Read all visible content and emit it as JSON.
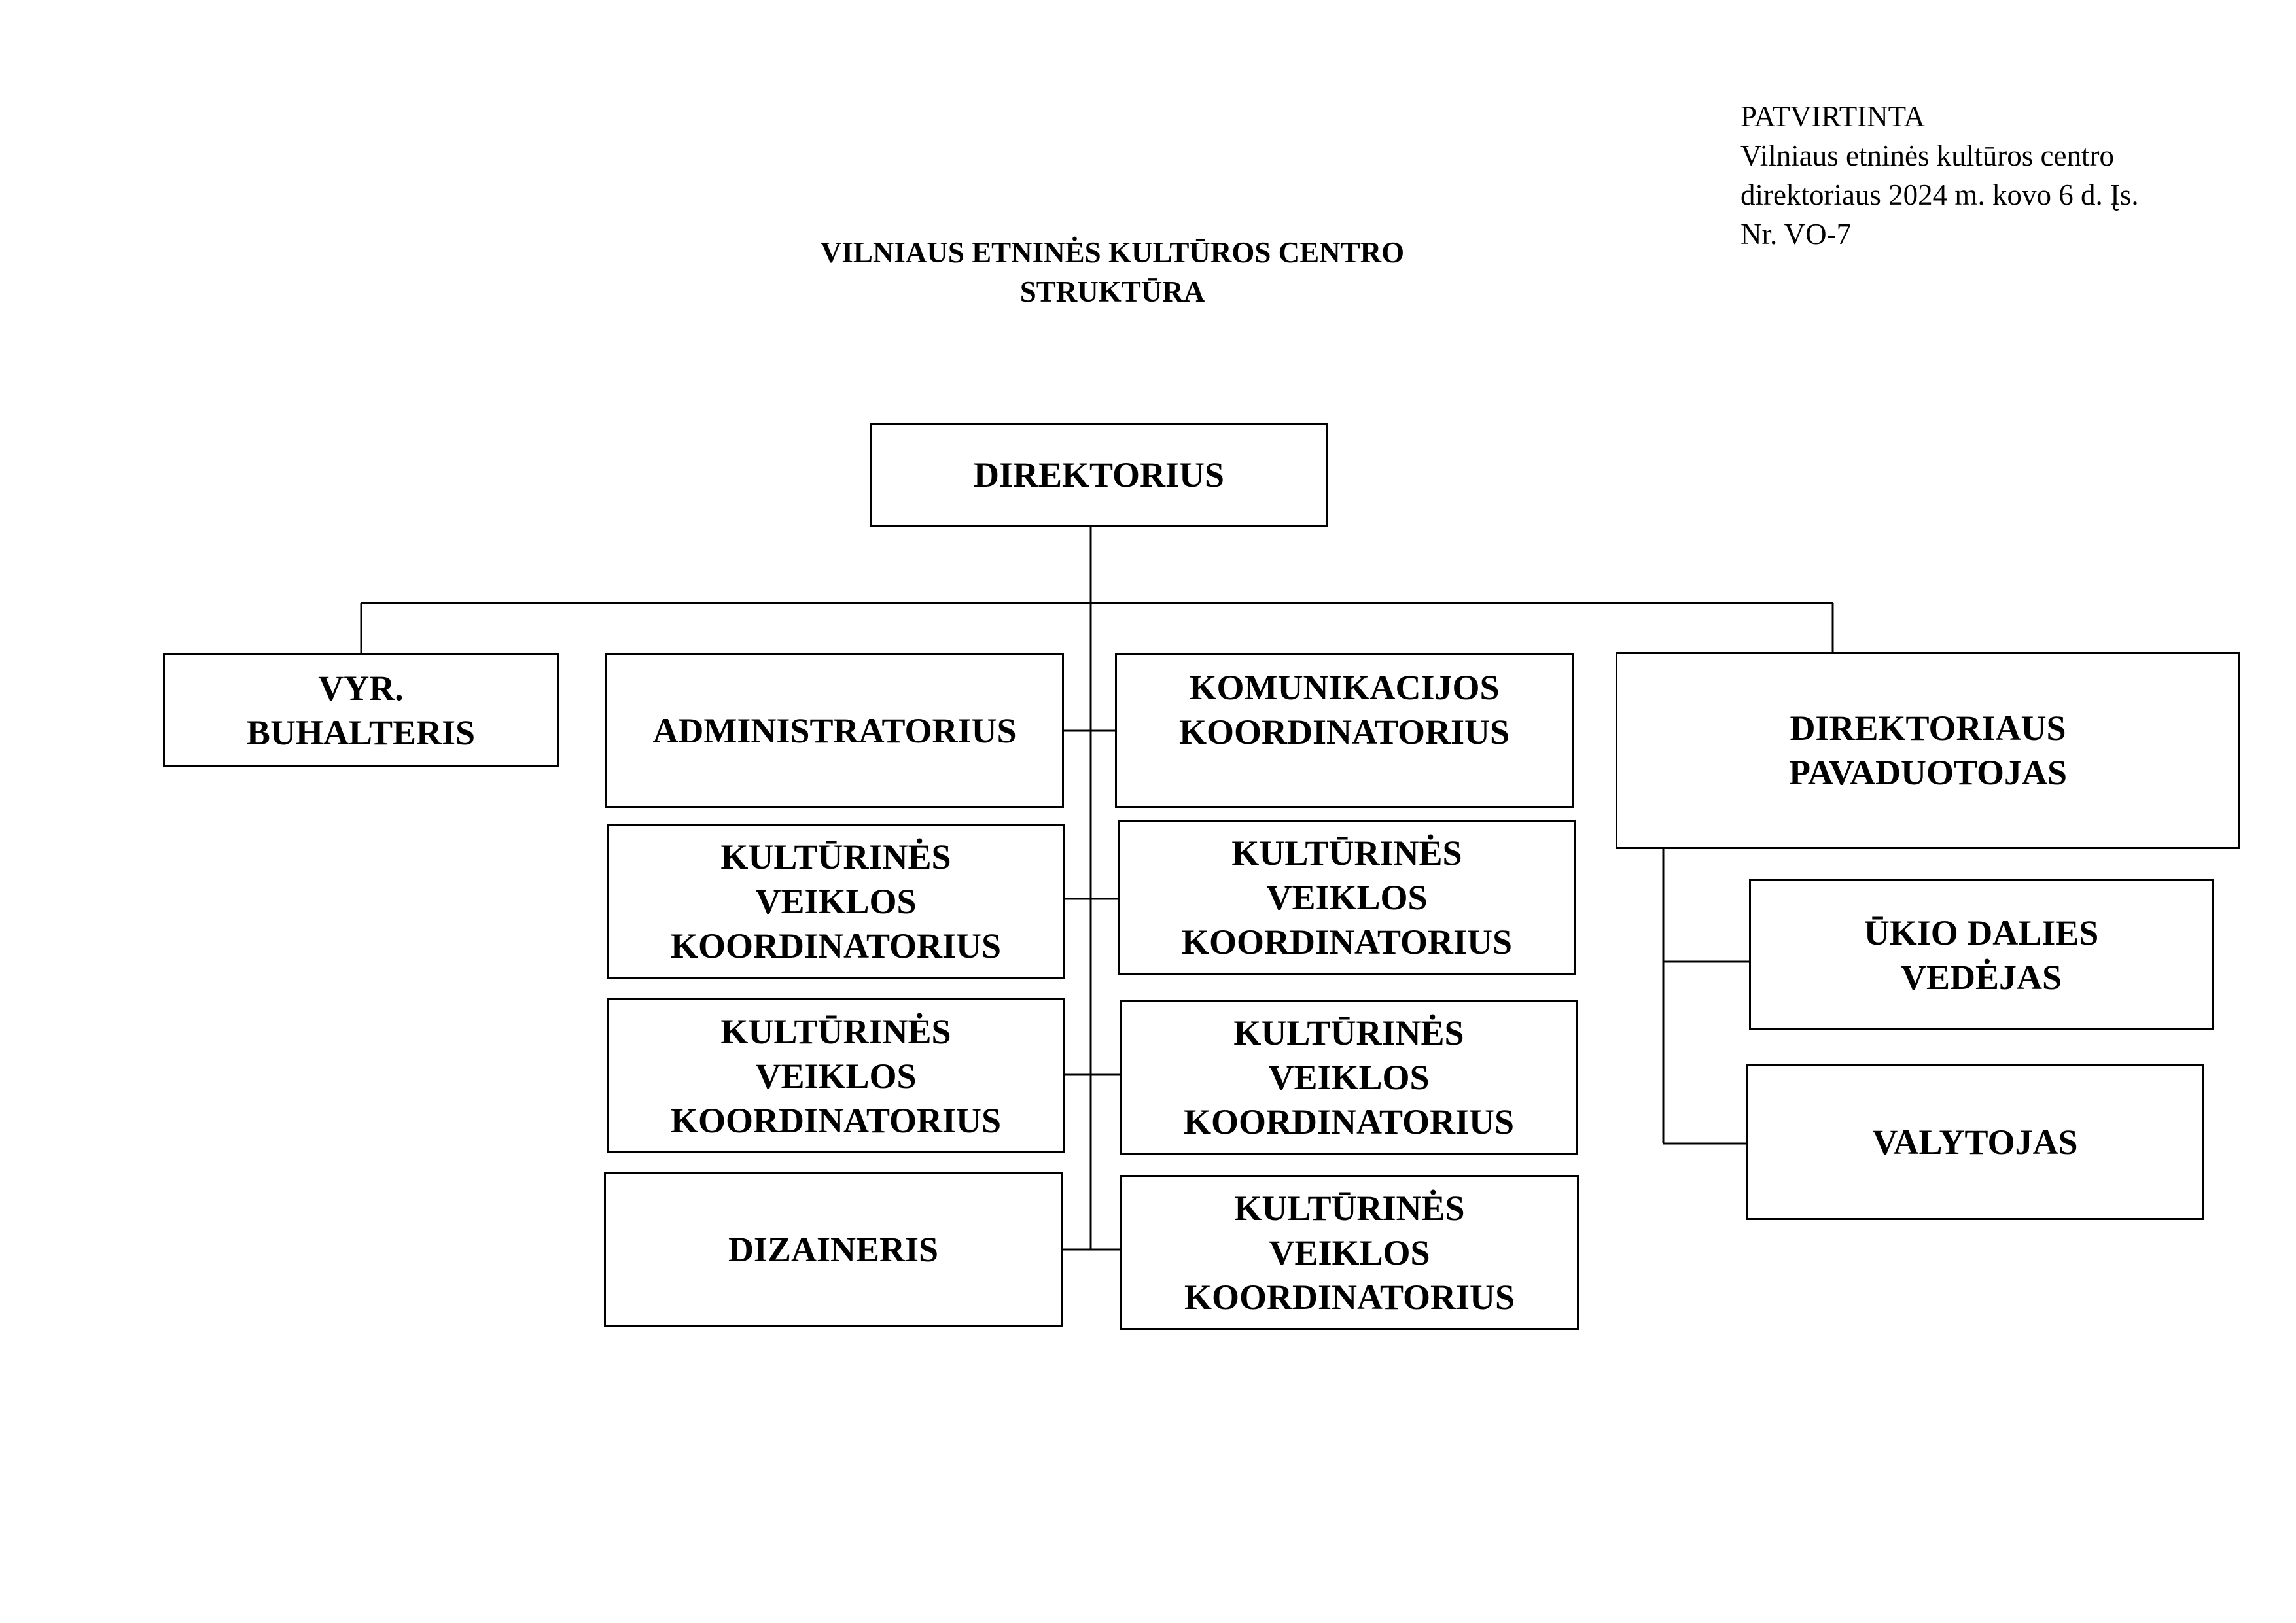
{
  "approval": {
    "line1": "PATVIRTINTA",
    "line2": "Vilniaus etninės kultūros centro",
    "line3": "direktoriaus 2024 m. kovo 6 d. Įs.",
    "line4": "Nr. VO-7"
  },
  "title": {
    "line1": "VILNIAUS ETNINĖS KULTŪROS CENTRO",
    "line2": "STRUKTŪRA"
  },
  "org": {
    "director": "DIREKTORIUS",
    "chief_accountant": {
      "line1": "VYR.",
      "line2": "BUHALTERIS"
    },
    "administrator": "ADMINISTRATORIUS",
    "communication_coordinator": {
      "line1": "KOMUNIKACIJOS",
      "line2": "KOORDINATORIUS"
    },
    "cultural_coordinator": {
      "line1": "KULTŪRINĖS",
      "line2": "VEIKLOS",
      "line3": "KOORDINATORIUS"
    },
    "designer": "DIZAINERIS",
    "deputy_director": {
      "line1": "DIREKTORIAUS",
      "line2": "PAVADUOTOJAS"
    },
    "facilities_manager": {
      "line1": "ŪKIO DALIES",
      "line2": "VEDĖJAS"
    },
    "cleaner": "VALYTOJAS"
  }
}
